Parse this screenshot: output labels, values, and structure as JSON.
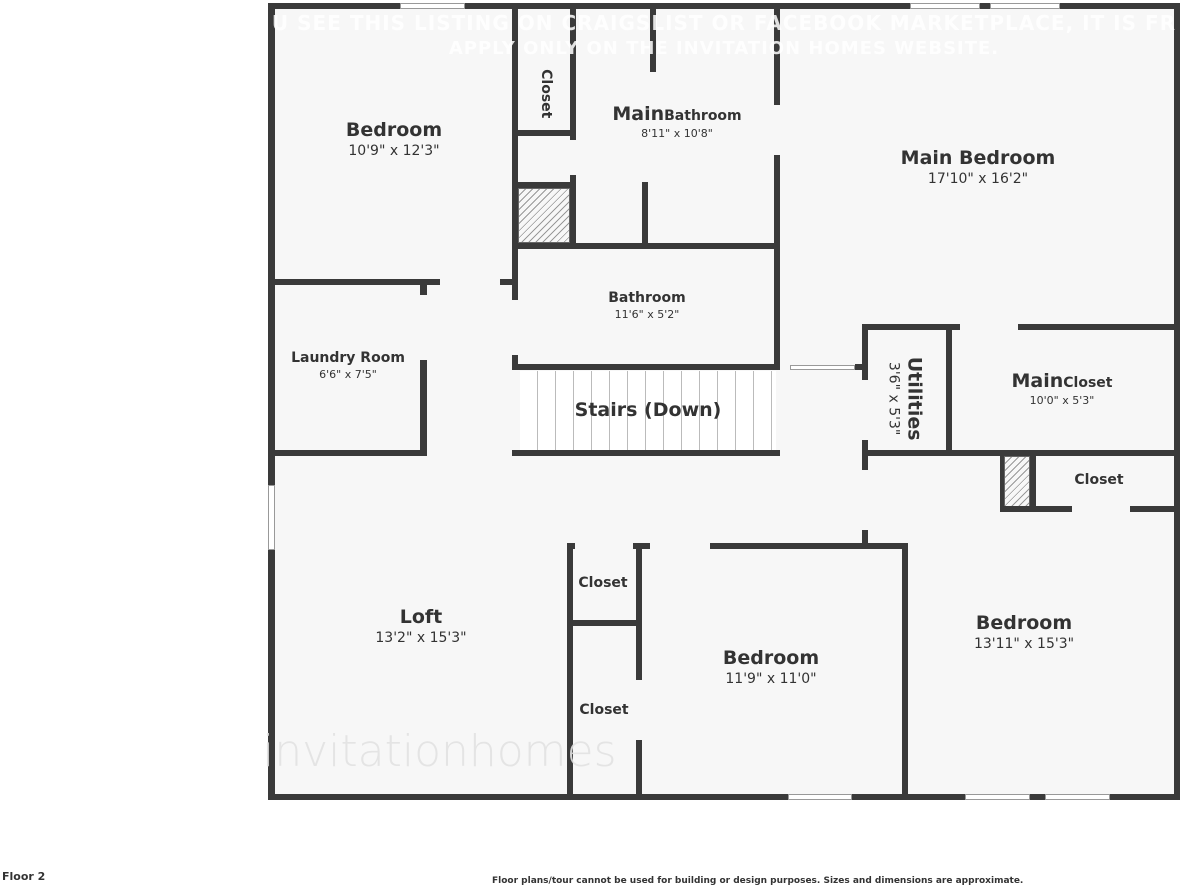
{
  "watermark": {
    "line1": "U SEE THIS LISTING ON CRAIGSLIST OR FACEBOOK MARKETPLACE, IT IS FR",
    "line2": "APPLY ONLY ON THE INVITATION HOMES WEBSITE.",
    "logo_text": "invitationhomes"
  },
  "rooms": {
    "bedroom_nw": {
      "name": "Bedroom",
      "dim": "10'9\" x 12'3\""
    },
    "closet_top": {
      "name": "Closet"
    },
    "main_bathroom": {
      "name_a": "Main",
      "name_b": "Bathroom",
      "dim": "8'11\" x 10'8\""
    },
    "main_bedroom": {
      "name": "Main Bedroom",
      "dim": "17'10\" x 16'2\""
    },
    "bathroom": {
      "name": "Bathroom",
      "dim": "11'6\" x 5'2\""
    },
    "laundry": {
      "name": "Laundry Room",
      "dim": "6'6\" x 7'5\""
    },
    "stairs": {
      "name": "Stairs (Down)"
    },
    "utilities": {
      "name": "Utilities",
      "dim": "3'6\" x 5'3\""
    },
    "main_closet": {
      "name_a": "Main",
      "name_b": "Closet",
      "dim": "10'0\" x 5'3\""
    },
    "closet_east": {
      "name": "Closet"
    },
    "loft": {
      "name": "Loft",
      "dim": "13'2\" x 15'3\""
    },
    "closet_a": {
      "name": "Closet"
    },
    "closet_b": {
      "name": "Closet"
    },
    "bedroom_s": {
      "name": "Bedroom",
      "dim": "11'9\" x 11'0\""
    },
    "bedroom_se": {
      "name": "Bedroom",
      "dim": "13'11\" x 15'3\""
    }
  },
  "footer": {
    "floor": "Floor 2",
    "disclaimer": "Floor plans/tour cannot be used for building or design purposes. Sizes and dimensions are approximate."
  },
  "colors": {
    "wall": "#3a3a3a",
    "floor": "#f7f7f7"
  }
}
